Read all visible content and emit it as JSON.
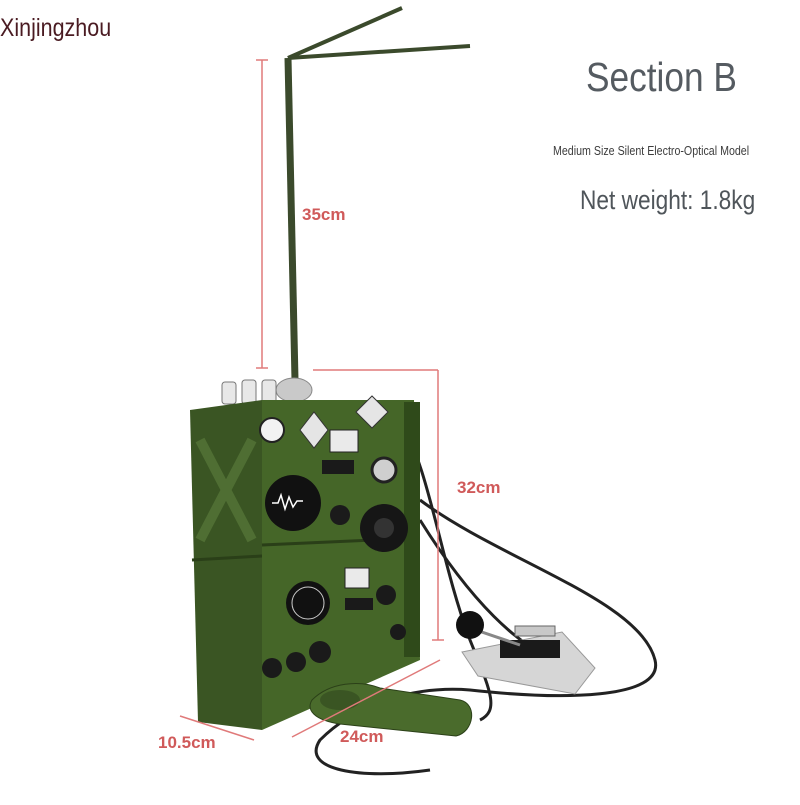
{
  "brand": "Xinjingzhou",
  "section_title": "Section B",
  "model_name": "Medium Size Silent Electro-Optical Model",
  "net_weight": "Net weight: 1.8kg",
  "dimensions": {
    "antenna": "35cm",
    "height": "32cm",
    "depth": "10.5cm",
    "width": "24cm"
  },
  "colors": {
    "case": "#3f5a26",
    "dimension_lines": "#e07a7a",
    "brand_text": "#4a1b22"
  }
}
